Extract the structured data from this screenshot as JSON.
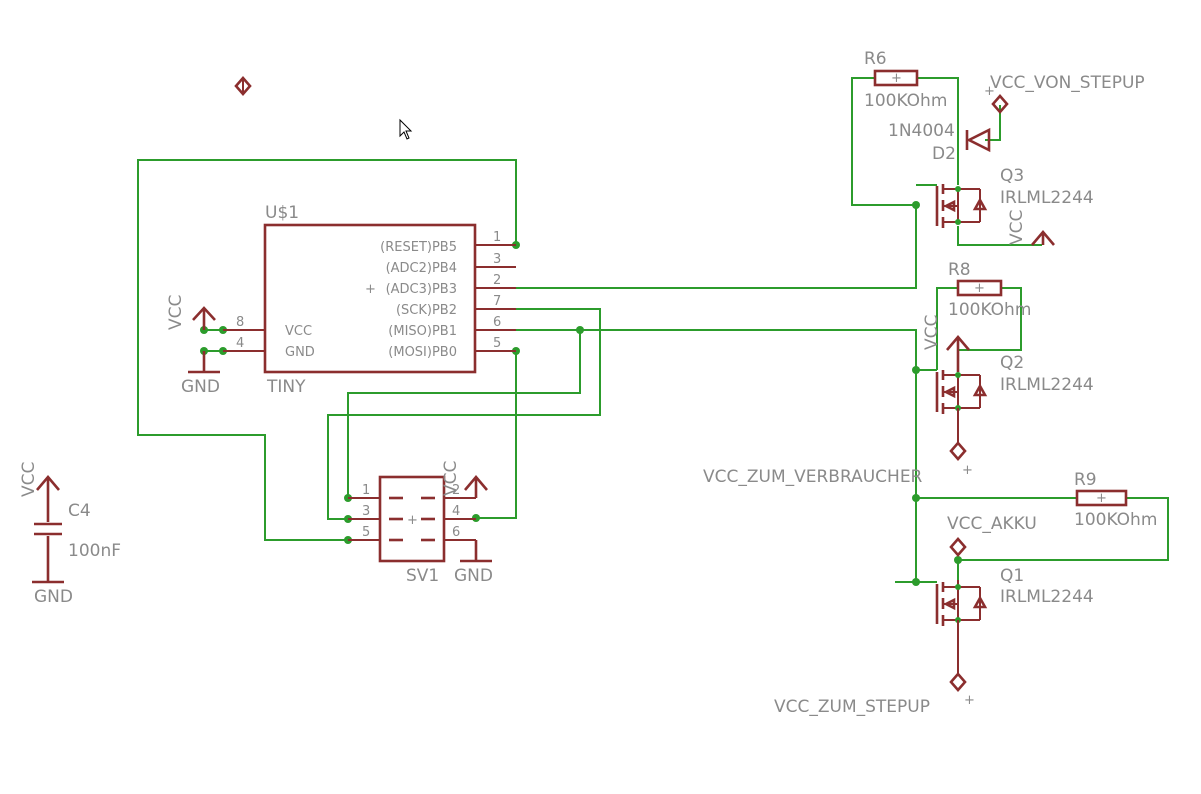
{
  "parts": {
    "u1": {
      "name": "U$1",
      "value": "TINY",
      "pins_right": [
        {
          "label": "(RESET)PB5",
          "num": "1"
        },
        {
          "label": "(ADC2)PB4",
          "num": "3"
        },
        {
          "label": "(ADC3)PB3",
          "num": "2"
        },
        {
          "label": "(SCK)PB2",
          "num": "7"
        },
        {
          "label": "(MISO)PB1",
          "num": "6"
        },
        {
          "label": "(MOSI)PB0",
          "num": "5"
        }
      ],
      "pins_left": [
        {
          "label": "VCC",
          "num": "8"
        },
        {
          "label": "GND",
          "num": "4"
        }
      ]
    },
    "sv1": {
      "name": "SV1",
      "pins": [
        "1",
        "2",
        "3",
        "4",
        "5",
        "6"
      ]
    },
    "c4": {
      "name": "C4",
      "value": "100nF"
    },
    "r6": {
      "name": "R6",
      "value": "100KOhm"
    },
    "r8": {
      "name": "R8",
      "value": "100KOhm"
    },
    "r9": {
      "name": "R9",
      "value": "100KOhm"
    },
    "d2": {
      "name": "D2",
      "value": "1N4004"
    },
    "q1": {
      "name": "Q1",
      "value": "IRLML2244"
    },
    "q2": {
      "name": "Q2",
      "value": "IRLML2244"
    },
    "q3": {
      "name": "Q3",
      "value": "IRLML2244"
    }
  },
  "supplies": {
    "vcc": "VCC",
    "gnd": "GND",
    "vcc_von_stepup": "VCC_VON_STEPUP",
    "vcc_zum_verbraucher": "VCC_ZUM_VERBRAUCHER",
    "vcc_akku": "VCC_AKKU",
    "vcc_zum_stepup": "VCC_ZUM_STEPUP"
  },
  "colors": {
    "wire": "#2c9c2c",
    "symbol": "#8b2e2e",
    "text": "#8a8a8a",
    "background": "#ffffff"
  },
  "icons": {
    "cursor": "arrow-cursor-icon"
  }
}
